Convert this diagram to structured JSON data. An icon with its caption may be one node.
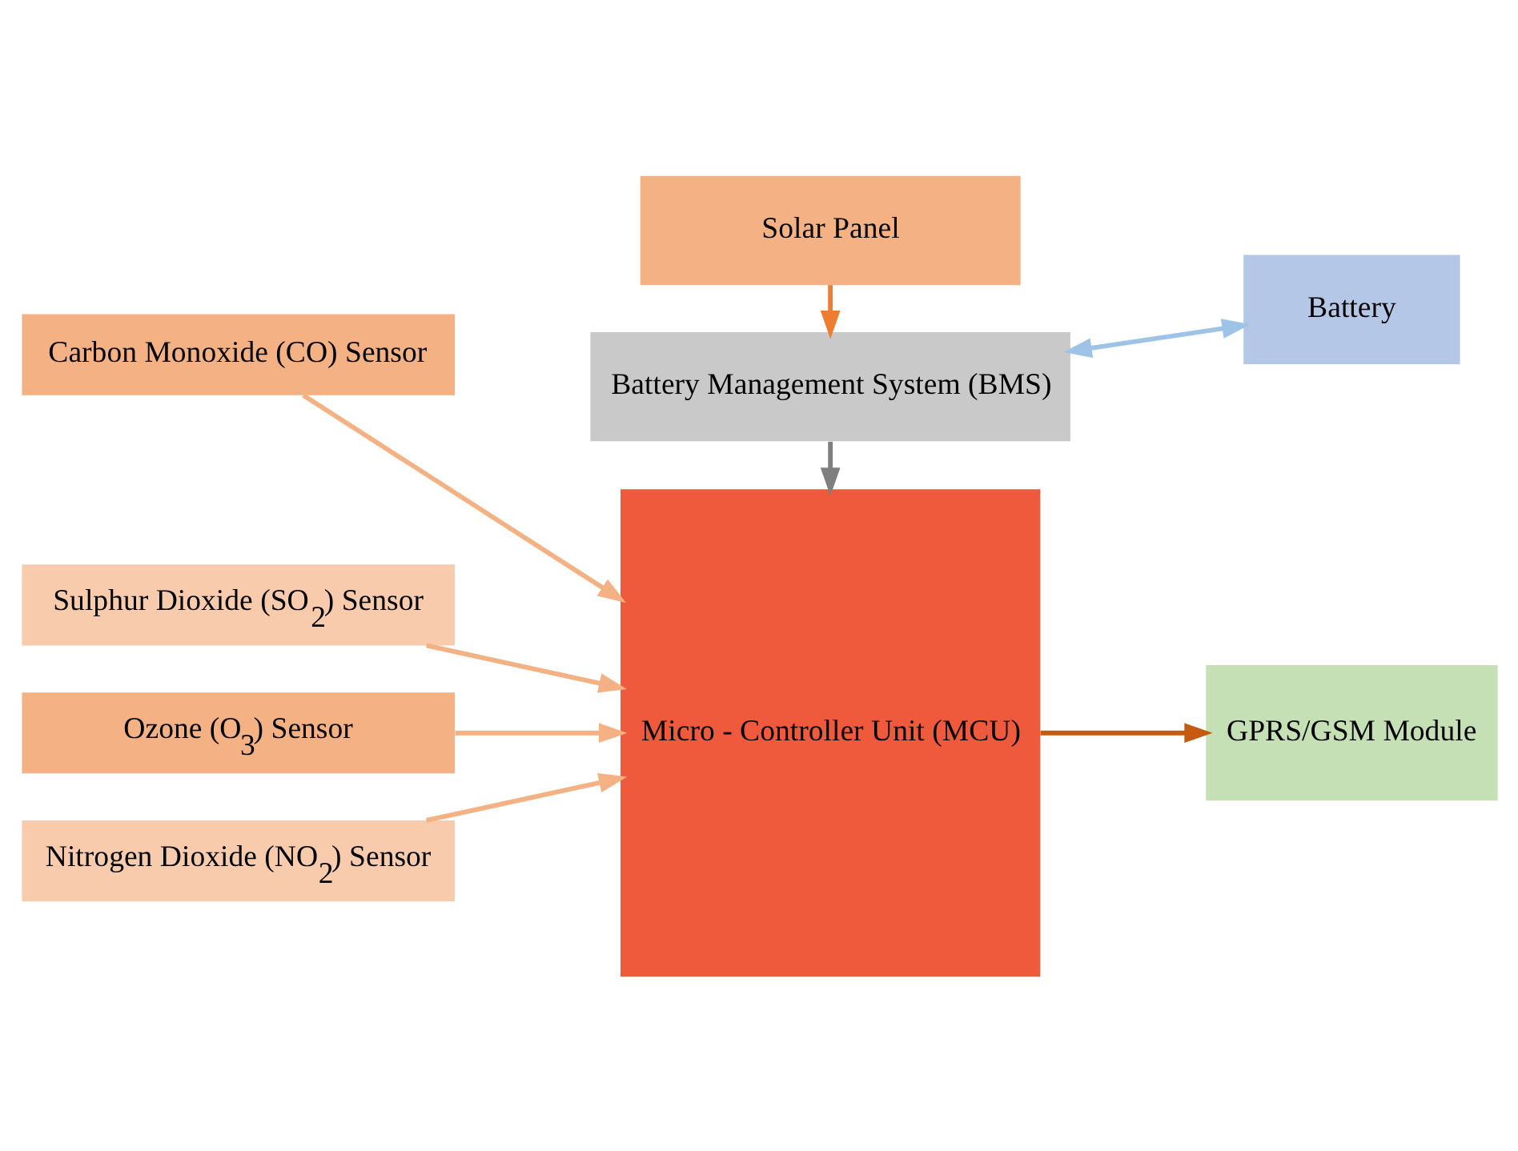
{
  "diagram": {
    "nodes": [
      {
        "text": [
          "Solar Panel"
        ]
      },
      {
        "text": [
          "Battery Management System (BMS)"
        ]
      },
      {
        "text": [
          "Battery"
        ]
      },
      {
        "text": [
          "Carbon Monoxide (CO) Sensor"
        ]
      },
      {
        "text": [
          "Sulphur Dioxide (SO$_{2}$) Sensor"
        ]
      },
      {
        "text": [
          "Ozone (O$_{3}$) Sensor"
        ]
      },
      {
        "text": [
          "Nitrogen Dioxide (NO$_{2}$) Sensor"
        ]
      },
      {
        "text": [
          "Micro - Controller Unit (MCU)"
        ]
      },
      {
        "text": [
          "GPRS/GSM Module"
        ]
      }
    ],
    "edges": [
      {
        "from": 0,
        "to": 1,
        "arrow": "to",
        "color": "#ed7d31"
      },
      {
        "from": 1,
        "to": 2,
        "arrow": "both",
        "color": "#9dc3e6"
      },
      {
        "from": 1,
        "to": 7,
        "arrow": "to",
        "color": "#7f7f7f"
      },
      {
        "from": 3,
        "to": 7,
        "arrow": "to"
      },
      {
        "from": 4,
        "to": 7,
        "arrow": "to"
      },
      {
        "from": 5,
        "to": 7,
        "arrow": "to"
      },
      {
        "from": 6,
        "to": 7,
        "arrow": "to"
      },
      {
        "from": 7,
        "to": 8,
        "arrow": "to",
        "color": "#c55a11"
      }
    ]
  }
}
